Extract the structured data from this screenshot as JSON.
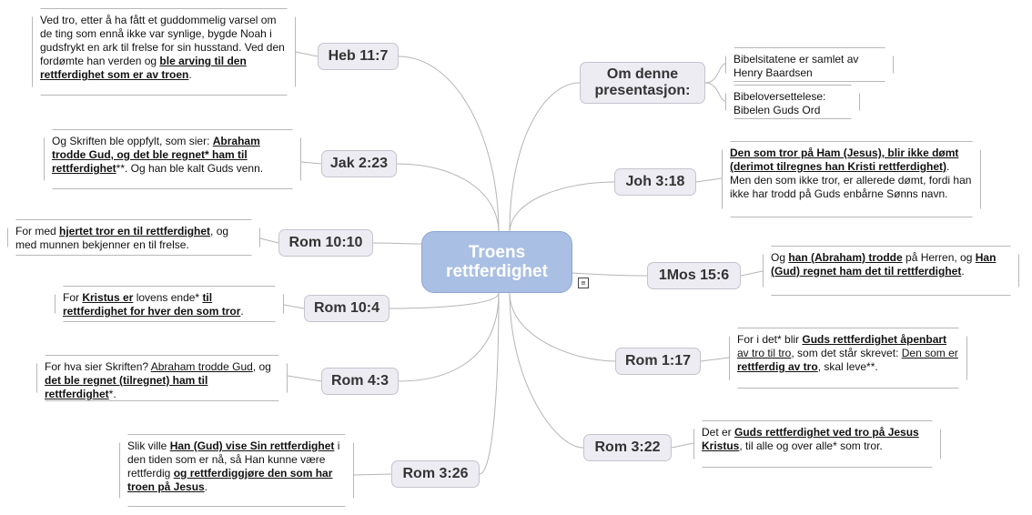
{
  "central": {
    "line1": "Troens",
    "line2": "rettferdighet"
  },
  "topics": {
    "heb": {
      "label": "Heb 11:7"
    },
    "jak": {
      "label": "Jak 2:23"
    },
    "rom1010": {
      "label": "Rom 10:10"
    },
    "rom104": {
      "label": "Rom 10:4"
    },
    "rom43": {
      "label": "Rom 4:3"
    },
    "rom326": {
      "label": "Rom 3:26"
    },
    "om": {
      "line1": "Om denne",
      "line2": "presentasjon:"
    },
    "joh": {
      "label": "Joh 3:18"
    },
    "mos": {
      "label": "1Mos 15:6"
    },
    "rom117": {
      "label": "Rom 1:17"
    },
    "rom322": {
      "label": "Rom 3:22"
    }
  },
  "notes": {
    "heb": [
      {
        "t": "Ved tro, etter å ha fått et guddommelig varsel om de ting som ennå ikke var synlige, bygde Noah i gudsfrykt en ark til frelse for sin husstand. Ved den fordømte han verden og ",
        "s": ""
      },
      {
        "t": "ble arving til den rettferdighet som er av troen",
        "s": "b"
      },
      {
        "t": ".",
        "s": ""
      }
    ],
    "jak": [
      {
        "t": "Og Skriften ble oppfylt, som sier: ",
        "s": ""
      },
      {
        "t": "Abraham trodde Gud, og det ble regnet* ham til rettferdighet",
        "s": "b"
      },
      {
        "t": "**. Og han ble kalt Guds venn.",
        "s": ""
      }
    ],
    "rom1010": [
      {
        "t": "For med ",
        "s": ""
      },
      {
        "t": "hjertet tror en til rettferdighet",
        "s": "b"
      },
      {
        "t": ", og med munnen bekjenner en til frelse.",
        "s": ""
      }
    ],
    "rom104": [
      {
        "t": "For ",
        "s": ""
      },
      {
        "t": "Kristus er",
        "s": "b"
      },
      {
        "t": " lovens ende* ",
        "s": ""
      },
      {
        "t": "til rettferdighet for hver den som tror",
        "s": "b"
      },
      {
        "t": ".",
        "s": ""
      }
    ],
    "rom43": [
      {
        "t": "For hva sier Skriften? ",
        "s": ""
      },
      {
        "t": "Abraham trodde Gud",
        "s": "u"
      },
      {
        "t": ", og ",
        "s": ""
      },
      {
        "t": "det ble regnet (tilregnet) ham til rettferdighet",
        "s": "b"
      },
      {
        "t": "*.",
        "s": ""
      }
    ],
    "rom326": [
      {
        "t": "Slik ville ",
        "s": ""
      },
      {
        "t": "Han (Gud) vise Sin rettferdighet",
        "s": "b"
      },
      {
        "t": " i den tiden som er nå, så Han kunne være rettferdig ",
        "s": ""
      },
      {
        "t": "og rettferdiggjøre den som har troen på Jesus",
        "s": "b"
      },
      {
        "t": ".",
        "s": ""
      }
    ],
    "om1": [
      {
        "t": "Bibelsitatene er samlet av Henry Baardsen",
        "s": ""
      }
    ],
    "om2": [
      {
        "t": "Bibeloversettelese: Bibelen Guds Ord",
        "s": ""
      }
    ],
    "joh": [
      {
        "t": "Den som tror på Ham (Jesus), blir ikke dømt (derimot tilregnes han Kristi rettferdighet)",
        "s": "b"
      },
      {
        "t": ". Men den som ikke tror, er allerede dømt, fordi han ikke har trodd på Guds enbårne Sønns navn.",
        "s": ""
      }
    ],
    "mos": [
      {
        "t": "Og ",
        "s": ""
      },
      {
        "t": "han (Abraham) trodde",
        "s": "b"
      },
      {
        "t": " på Herren, og ",
        "s": ""
      },
      {
        "t": "Han (Gud) regnet ham det til rettferdighet",
        "s": "b"
      },
      {
        "t": ".",
        "s": ""
      }
    ],
    "rom117": [
      {
        "t": "For i det* blir ",
        "s": ""
      },
      {
        "t": "Guds rettferdighet åpenbart",
        "s": "b"
      },
      {
        "t": " ",
        "s": ""
      },
      {
        "t": "av tro til tro",
        "s": "u"
      },
      {
        "t": ", som det står skrevet: ",
        "s": ""
      },
      {
        "t": "Den som er ",
        "s": "u"
      },
      {
        "t": "rettferdig av tro",
        "s": "b"
      },
      {
        "t": ", skal leve**.",
        "s": ""
      }
    ],
    "rom322": [
      {
        "t": "Det er ",
        "s": ""
      },
      {
        "t": "Guds rettferdighet ved tro på Jesus Kristus",
        "s": "b"
      },
      {
        "t": ", til alle og over alle* som tror.",
        "s": ""
      }
    ]
  },
  "icon": {
    "name": "notes-icon",
    "glyph": "≡"
  },
  "colors": {
    "central": "#a9bfe3",
    "topic": "#ececf2",
    "line": "#b5b5b5"
  }
}
